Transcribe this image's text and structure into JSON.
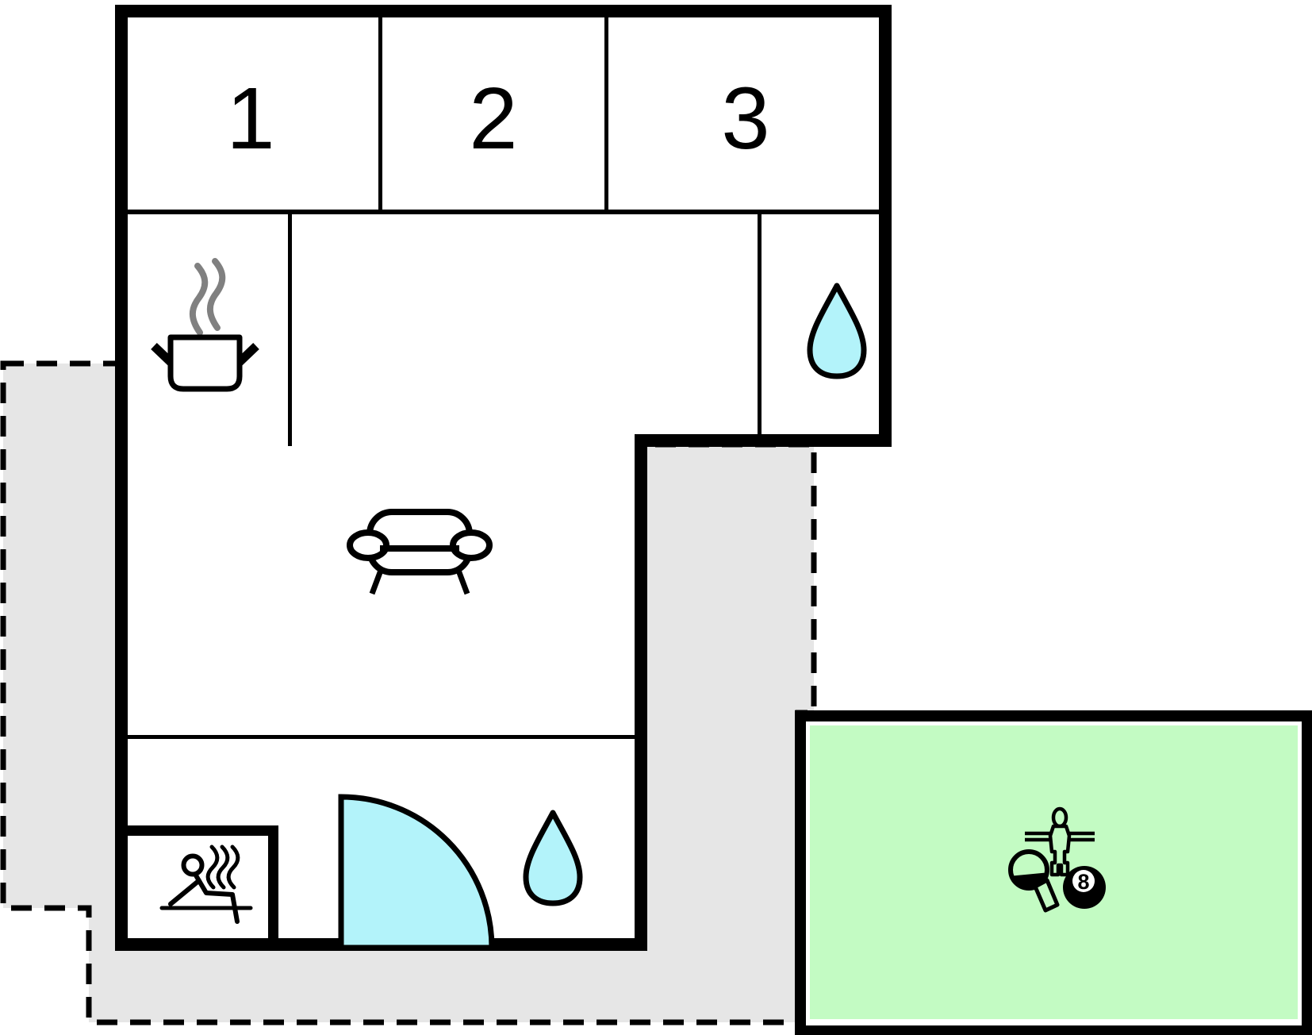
{
  "plan": {
    "title_hint": "holiday-home floor plan",
    "rooms": [
      {
        "label": "1"
      },
      {
        "label": "2"
      },
      {
        "label": "3"
      }
    ],
    "eight_ball_label": "8",
    "icons": [
      "cooking-pot-icon",
      "steam-icon",
      "water-drop-icon",
      "sofa-icon",
      "door-swing-icon",
      "sauna-person-icon",
      "sauna-steam-icon",
      "table-tennis-paddle-icon",
      "foosball-player-icon",
      "eight-ball-icon"
    ]
  },
  "colors": {
    "wall": "#000000",
    "interior": "#ffffff",
    "water": "#b3f3fa",
    "terrace": "#e6e6e6",
    "garden": "#c3fbc3",
    "steam": "#808080",
    "background": "#ffffff"
  }
}
